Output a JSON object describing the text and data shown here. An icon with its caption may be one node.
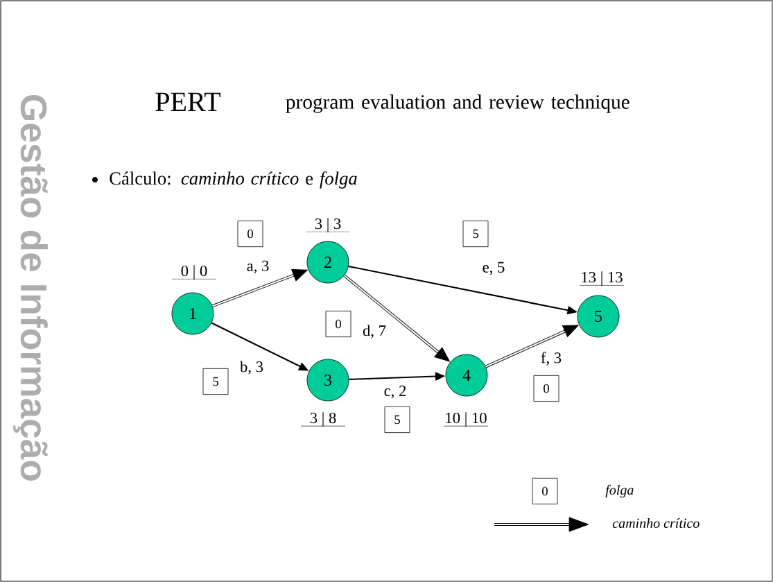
{
  "diagram": {
    "title": "PERT",
    "nodes": [
      {
        "text": [
          "1"
        ],
        "beside": [
          "0 | 0"
        ]
      },
      {
        "text": [
          "2"
        ],
        "beside": [
          "3 | 3"
        ]
      },
      {
        "text": [
          "3"
        ],
        "beside": [
          "3 | 8"
        ]
      },
      {
        "text": [
          "4"
        ],
        "beside": [
          "10 | 10"
        ]
      },
      {
        "text": [
          "5"
        ],
        "beside": [
          "13 | 13"
        ]
      },
      {
        "text": [
          "0"
        ]
      },
      {
        "text": [
          "5"
        ]
      },
      {
        "text": [
          "0"
        ]
      },
      {
        "text": [
          "5"
        ]
      },
      {
        "text": [
          "5"
        ]
      },
      {
        "text": [
          "0"
        ]
      },
      {
        "text": [
          "0"
        ]
      }
    ],
    "edges": [
      {
        "from": 0,
        "to": 1,
        "arrow": "to",
        "label": "a, 3",
        "style": "thick"
      },
      {
        "from": 0,
        "to": 2,
        "arrow": "to",
        "label": "b, 3"
      },
      {
        "from": 2,
        "to": 3,
        "arrow": "to",
        "label": "c, 2"
      },
      {
        "from": 1,
        "to": 3,
        "arrow": "to",
        "label": "d, 7",
        "style": "thick"
      },
      {
        "from": 1,
        "to": 4,
        "arrow": "to",
        "label": "e, 5"
      },
      {
        "from": 3,
        "to": 4,
        "arrow": "to",
        "label": "f, 3",
        "style": "thick"
      }
    ],
    "labels": [
      "program evaluation and review technique",
      "Cálculo: *caminho crítico* e *folga*",
      "Gestão de Informação"
    ],
    "legend": [
      {
        "text": "folga"
      },
      {
        "text": "caminho crítico"
      }
    ]
  }
}
